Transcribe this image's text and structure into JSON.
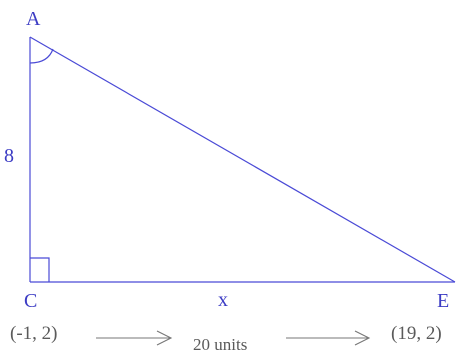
{
  "diagram": {
    "vertices": {
      "a": "A",
      "c": "C",
      "e": "E"
    },
    "side_ac_label": "8",
    "side_ce_label": "x",
    "coordinates": {
      "c": "(-1, 2)",
      "e": "(19, 2)"
    },
    "distance_label": "20 units",
    "colors": {
      "line": "#4a4ad6",
      "text": "#3c3cc4",
      "coord_text": "#5a5a5a",
      "arrow": "#777777"
    }
  }
}
